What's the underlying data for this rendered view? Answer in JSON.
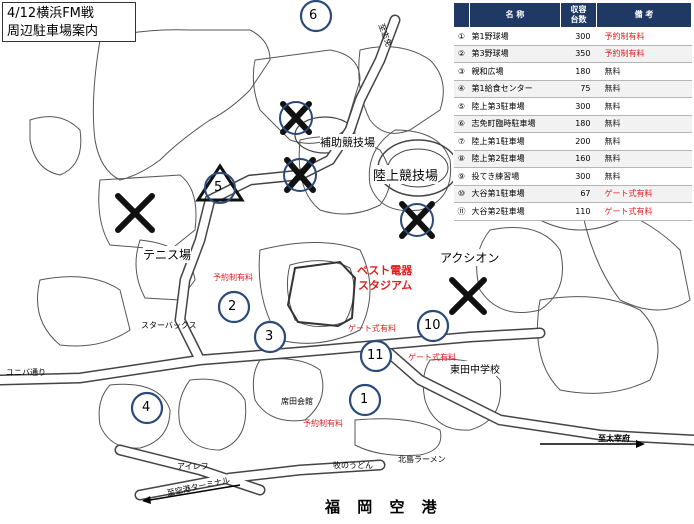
{
  "title": {
    "line1": "4/12横浜FM戦",
    "line2": "周辺駐車場案内"
  },
  "table": {
    "headers": {
      "no": "",
      "name": "名 称",
      "capacity": "収容\n台数",
      "note": "備 考"
    },
    "rows": [
      {
        "no": "①",
        "name": "第1野球場",
        "capacity": "300",
        "note": "予約制有料",
        "note_color": "#e02020"
      },
      {
        "no": "②",
        "name": "第3野球場",
        "capacity": "350",
        "note": "予約制有料",
        "note_color": "#e02020"
      },
      {
        "no": "③",
        "name": "親和広場",
        "capacity": "180",
        "note": "無料",
        "note_color": "#222222"
      },
      {
        "no": "④",
        "name": "第1給食センター",
        "capacity": "75",
        "note": "無料",
        "note_color": "#222222"
      },
      {
        "no": "⑤",
        "name": "陸上第3駐車場",
        "capacity": "300",
        "note": "無料",
        "note_color": "#222222"
      },
      {
        "no": "⑥",
        "name": "志免町臨時駐車場",
        "capacity": "180",
        "note": "無料",
        "note_color": "#222222"
      },
      {
        "no": "⑦",
        "name": "陸上第1駐車場",
        "capacity": "200",
        "note": "無料",
        "note_color": "#222222"
      },
      {
        "no": "⑧",
        "name": "陸上第2駐車場",
        "capacity": "160",
        "note": "無料",
        "note_color": "#222222"
      },
      {
        "no": "⑨",
        "name": "投てき練習場",
        "capacity": "300",
        "note": "無料",
        "note_color": "#222222"
      },
      {
        "no": "⑩",
        "name": "大谷第1駐車場",
        "capacity": "67",
        "note": "ゲート式有料",
        "note_color": "#e02020"
      },
      {
        "no": "⑪",
        "name": "大谷第2駐車場",
        "capacity": "110",
        "note": "ゲート式有料",
        "note_color": "#e02020"
      }
    ]
  },
  "map_labels": {
    "hojo": "補助競技場",
    "rikujo": "陸上競技場",
    "tennis": "テニス場",
    "action": "アクシオン",
    "stadium1": "ベスト電器",
    "stadium2": "スタジアム",
    "starbucks": "スターバックス",
    "yubiba": "ユニバ通り",
    "higashi_school": "東田中学校",
    "higashi_hall": "席田会館",
    "ailes": "アイレフ",
    "udon": "牧のうどん",
    "ramen": "北島ラーメン",
    "airport": "福 岡 空 港",
    "to_shime": "至志免",
    "to_dazaifu": "至太宰府",
    "to_terminal": "至空港ターミナル",
    "note_reserve_a": "予約制有料",
    "note_reserve_b": "予約制有料",
    "note_gate_a": "ゲート式有料",
    "note_gate_b": "ゲート式有料"
  },
  "map_markers": {
    "m1": "1",
    "m2": "2",
    "m3": "3",
    "m4": "4",
    "m5": "5",
    "m6": "6",
    "m10": "10",
    "m11": "11"
  },
  "colors": {
    "marker": "#2a4a7a",
    "reserve": "#e02020",
    "header_bg": "#1f3864",
    "stadium": "#e02020"
  }
}
